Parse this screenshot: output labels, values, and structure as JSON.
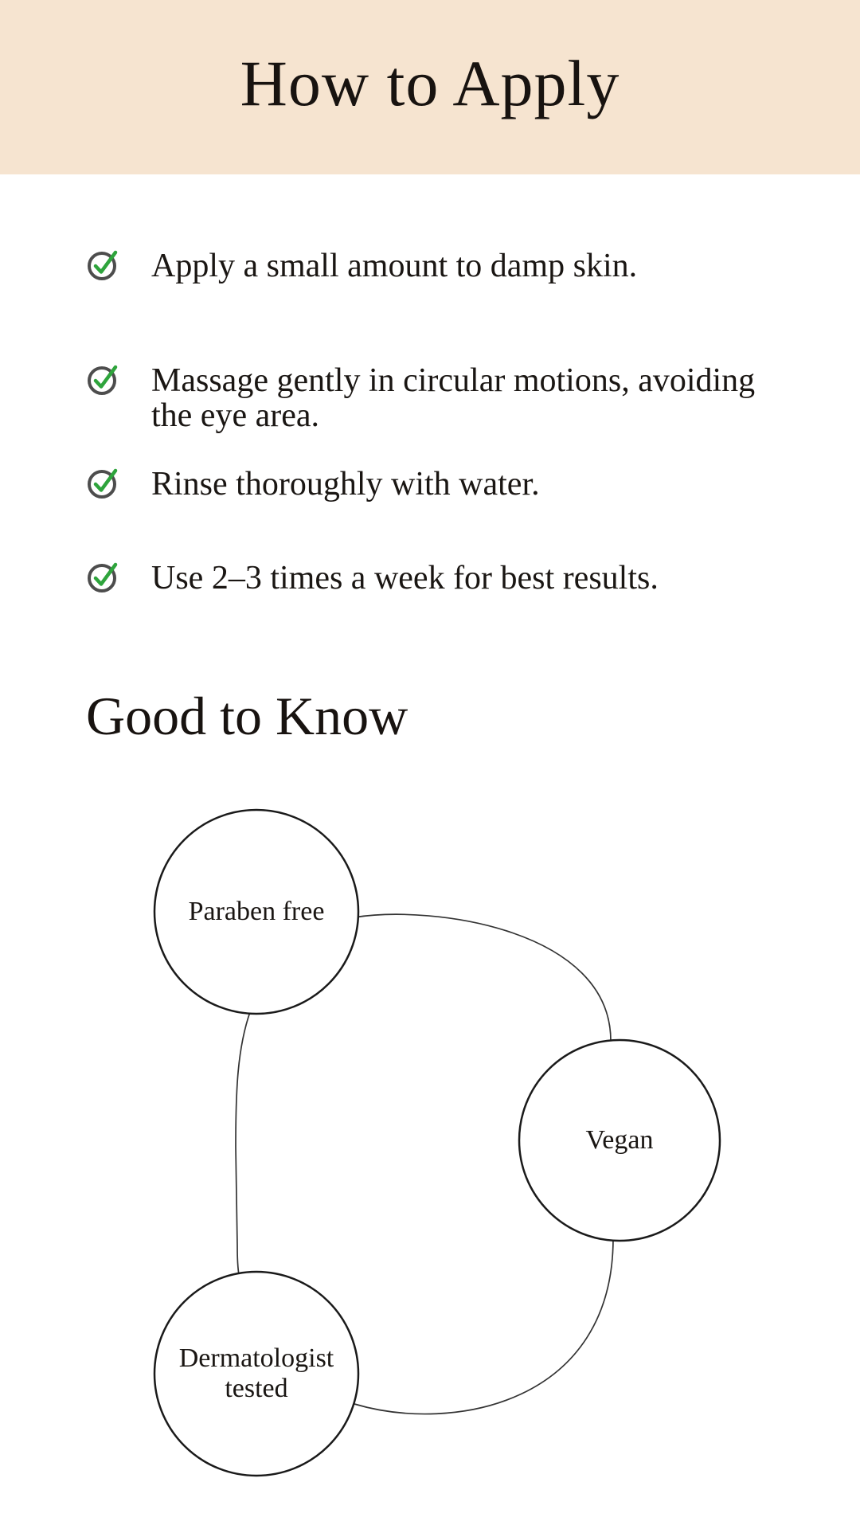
{
  "header": {
    "title": "How to Apply",
    "background": "#f6e4d0"
  },
  "how_to_apply": {
    "items": [
      {
        "icon": "check-circle-icon",
        "label": "Apply a small amount to damp skin."
      },
      {
        "icon": "check-circle-icon",
        "label": "Massage gently in circular motions, avoiding the eye area."
      },
      {
        "icon": "check-circle-icon",
        "label": "Rinse thoroughly with water."
      },
      {
        "icon": "check-circle-icon",
        "label": "Use 2–3 times a week for best results."
      }
    ]
  },
  "good_to_know": {
    "heading": "Good to Know",
    "badges": [
      {
        "label": "Paraben free"
      },
      {
        "label": "Vegan"
      },
      {
        "label": "Dermatologist tested"
      }
    ]
  },
  "colors": {
    "header_background": "#f6e4d0",
    "text": "#1a1613",
    "check_ring": "#4d4d4d",
    "check_green": "#2ea43c",
    "circle_stroke": "#1a1a1a",
    "connector_line": "#333333"
  }
}
